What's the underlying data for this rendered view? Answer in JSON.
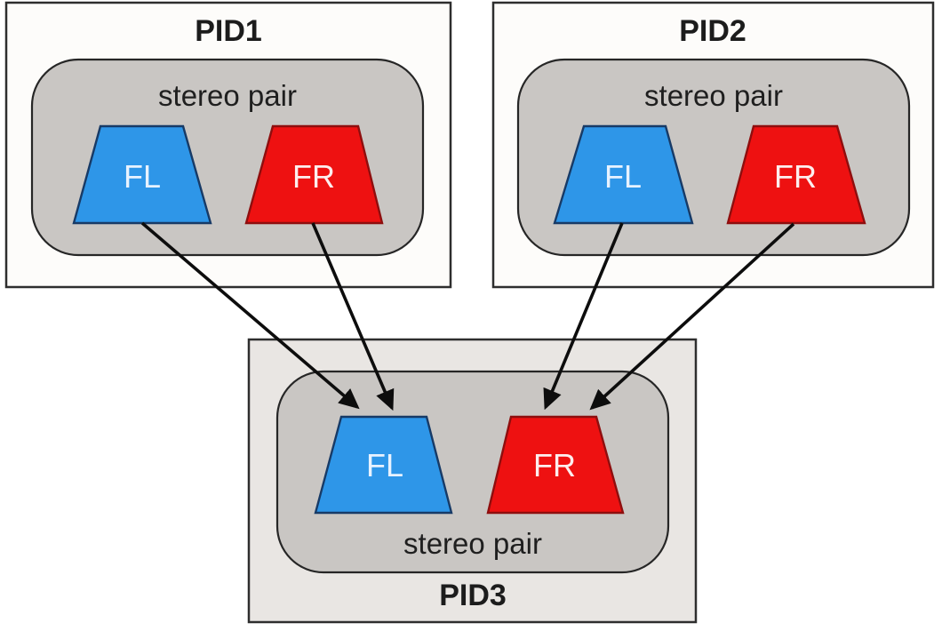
{
  "colors": {
    "channel_left_fill": "#2e96e8",
    "channel_left_border": "#173a66",
    "channel_right_fill": "#ee1111",
    "channel_right_border": "#8e0e0e",
    "group_fill": "#c9c6c3",
    "group_border": "#262626",
    "process_box_fill_top": "#fdfcfa",
    "process_box_fill_bottom": "#e9e6e3",
    "process_box_border": "#2e2e2e",
    "arrow": "#0d0d0d",
    "channel_label_on_blue": "#e7f2ff",
    "channel_label_on_red": "#fdeeee"
  },
  "pid1": {
    "title": "PID1",
    "group_label": "stereo pair",
    "channels": [
      {
        "label": "FL"
      },
      {
        "label": "FR"
      }
    ]
  },
  "pid2": {
    "title": "PID2",
    "group_label": "stereo pair",
    "channels": [
      {
        "label": "FL"
      },
      {
        "label": "FR"
      }
    ]
  },
  "pid3": {
    "title": "PID3",
    "group_label": "stereo pair",
    "channels": [
      {
        "label": "FL"
      },
      {
        "label": "FR"
      }
    ]
  },
  "arrows": [
    {
      "from": "PID1.FL",
      "to": "PID3.FL"
    },
    {
      "from": "PID1.FR",
      "to": "PID3.FL"
    },
    {
      "from": "PID2.FL",
      "to": "PID3.FR"
    },
    {
      "from": "PID2.FR",
      "to": "PID3.FR"
    }
  ]
}
